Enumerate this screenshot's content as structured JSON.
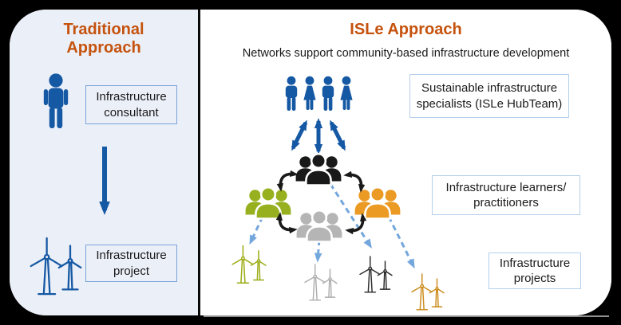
{
  "traditional": {
    "title": "Traditional\nApproach",
    "consultant_label": "Infrastructure consultant",
    "project_label": "Infrastructure project"
  },
  "isle": {
    "title": "ISLe Approach",
    "subtitle": "Networks support community-based infrastructure development",
    "specialists_label": "Sustainable infrastructure specialists (ISLe HubTeam)",
    "learners_label": "Infrastructure learners/\npractitioners",
    "projects_label": "Infrastructure projects"
  },
  "icons": {
    "person": "single-person-silhouette",
    "specialist_team": "four-people-row",
    "peer_group": "three-people-cluster",
    "turbines": "wind-turbine-pair",
    "flow_arrow": "straight-down-arrow",
    "network_arrows": "double-headed-arrows",
    "exchange_arrows": "curved-double-headed-arrows",
    "project_links": "dashed-arrows"
  },
  "colors": {
    "background": "#000000",
    "card_bg": "#ffffff",
    "left_panel_bg": "#ebeff8",
    "divider": "#0a0a0a",
    "accent_orange": "#c5520d",
    "primary_blue": "#1558a3",
    "box_border_left": "#7aa4d8",
    "box_border_right": "#b4cfec",
    "text_dark": "#1a1a1a",
    "group_black": "#191919",
    "group_green": "#96b01f",
    "group_orange": "#eb9b24",
    "group_gray": "#b5b5b5",
    "turbine_green": "#9cac15",
    "turbine_gray": "#aeaeae",
    "turbine_black": "#2b2b2b",
    "turbine_orange": "#cc8a1a",
    "dashed_arrow_blue": "#74a7db",
    "shadow_line": "#8f8f8f"
  }
}
